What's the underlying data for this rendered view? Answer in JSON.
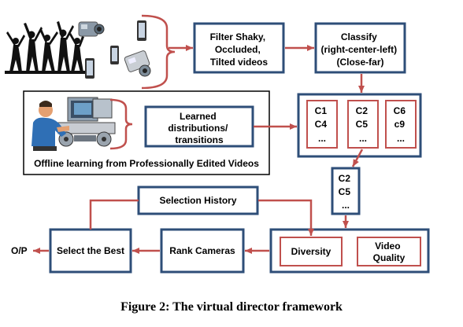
{
  "nodes": {
    "filter": [
      "Filter Shaky,",
      "Occluded,",
      "Tilted videos"
    ],
    "classify": [
      "Classify",
      "(right-center-left)",
      "(Close-far)"
    ],
    "learned": [
      "Learned",
      "distributions/",
      "transitions"
    ],
    "offline_caption": "Offline learning from Professionally Edited Videos",
    "cluster_groups": [
      [
        "C1",
        "C4",
        "..."
      ],
      [
        "C2",
        "C5",
        "..."
      ],
      [
        "C6",
        "c9",
        "..."
      ]
    ],
    "selected_group": [
      "C2",
      "C5",
      "..."
    ],
    "selection_history": "Selection History",
    "diversity": "Diversity",
    "video_quality": [
      "Video",
      "Quality"
    ],
    "rank_cameras": "Rank Cameras",
    "select_best": "Select the Best",
    "output": "O/P"
  },
  "figure_caption": "Figure 2: The virtual director framework",
  "colors": {
    "box_border": "#2e4e78",
    "arrow": "#c0504d",
    "inner_box": "#c0504d"
  }
}
